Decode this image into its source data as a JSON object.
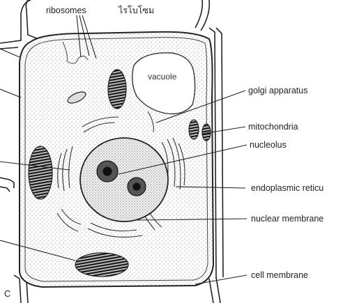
{
  "labels": {
    "ribosomes": "ribosomes",
    "ribosomes_thai": "ไรโบโซม",
    "vacuole": "vacuole",
    "golgi": "golgi apparatus",
    "mitochondria": "mitochondria",
    "nucleolus": "nucleolus",
    "er": "endoplasmic reticu",
    "nuclear_membrane": "nuclear membrane",
    "cell_membrane": "cell membrane",
    "panel_letter": "C"
  }
}
